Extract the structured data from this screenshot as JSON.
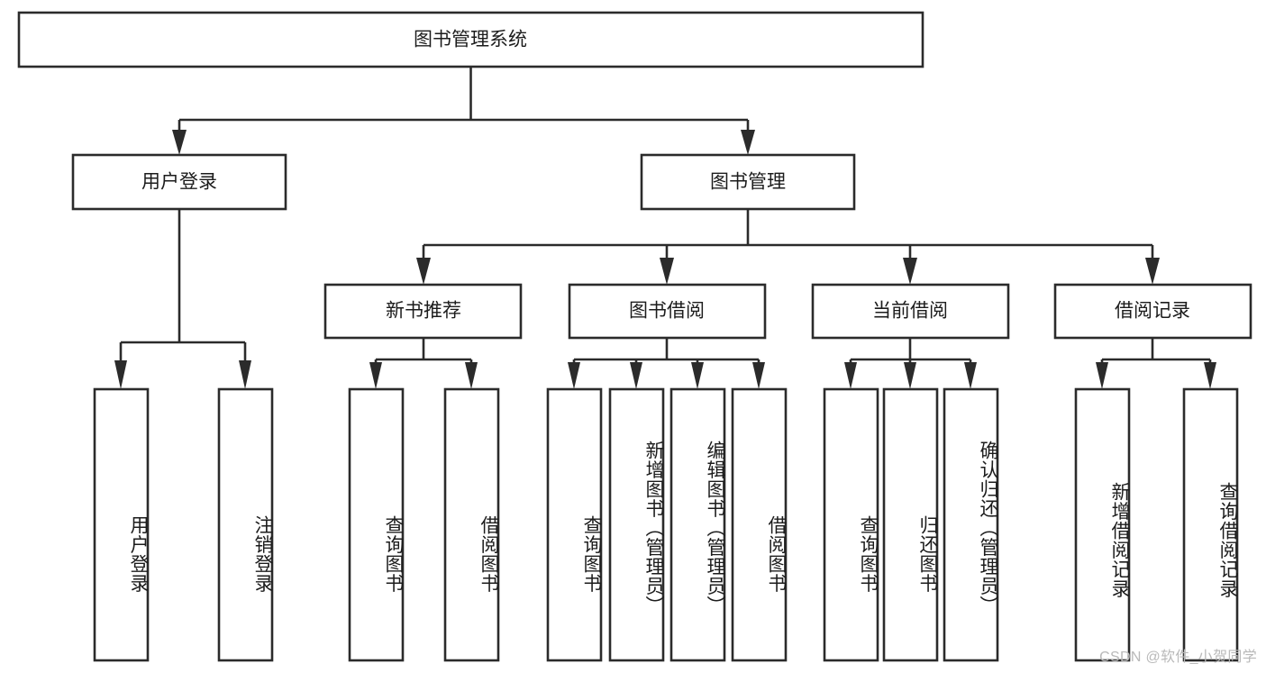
{
  "diagram": {
    "type": "tree-hierarchy",
    "title": "图书管理系统",
    "orientation": "top-down",
    "colors": {
      "box_stroke": "#2b2b2b",
      "box_fill": "#ffffff",
      "connector": "#2b2b2b",
      "text": "#1c1c1c",
      "watermark": "#b9b9b9",
      "background": "#ffffff"
    },
    "root": {
      "label": "图书管理系统"
    },
    "level2": [
      {
        "label": "用户登录"
      },
      {
        "label": "图书管理"
      }
    ],
    "level3": [
      {
        "label": "新书推荐"
      },
      {
        "label": "图书借阅"
      },
      {
        "label": "当前借阅"
      },
      {
        "label": "借阅记录"
      }
    ],
    "leaves": {
      "user_login": [
        {
          "label": "用户登录"
        },
        {
          "label": "注销登录"
        }
      ],
      "new_book_recommend": [
        {
          "label": "查询图书"
        },
        {
          "label": "借阅图书"
        }
      ],
      "book_borrow": [
        {
          "label": "查询图书"
        },
        {
          "label": "新增图书（管理员）"
        },
        {
          "label": "编辑图书（管理员）"
        },
        {
          "label": "借阅图书"
        }
      ],
      "current_borrow": [
        {
          "label": "查询图书"
        },
        {
          "label": "归还图书"
        },
        {
          "label": "确认归还（管理员）"
        }
      ],
      "borrow_records": [
        {
          "label": "新增借阅记录"
        },
        {
          "label": "查询借阅记录"
        }
      ]
    }
  },
  "watermark": {
    "text": "CSDN @软件_小贺同学"
  }
}
